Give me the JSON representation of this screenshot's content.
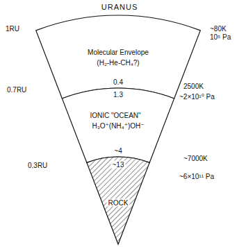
{
  "diagram": {
    "title": "URANUS",
    "nodes": [
      {
        "text": [
          "Molecular Envelope",
          "(H₂-He-CH₄?)"
        ]
      },
      {
        "text": [
          "IONIC \"OCEAN\"",
          "H₃O⁺(NH₄⁺)OH⁻"
        ]
      },
      {
        "text": [
          "ROCK"
        ]
      }
    ],
    "labels": [
      "1RU",
      "~80K",
      "10⁵ Pa",
      "0.4",
      "1.3",
      "0.7RU",
      "2500K",
      "~2×10¹⁰ Pa",
      "~4",
      "~13",
      "0.3RU",
      "~7000K",
      "~6×10¹¹ Pa"
    ]
  }
}
